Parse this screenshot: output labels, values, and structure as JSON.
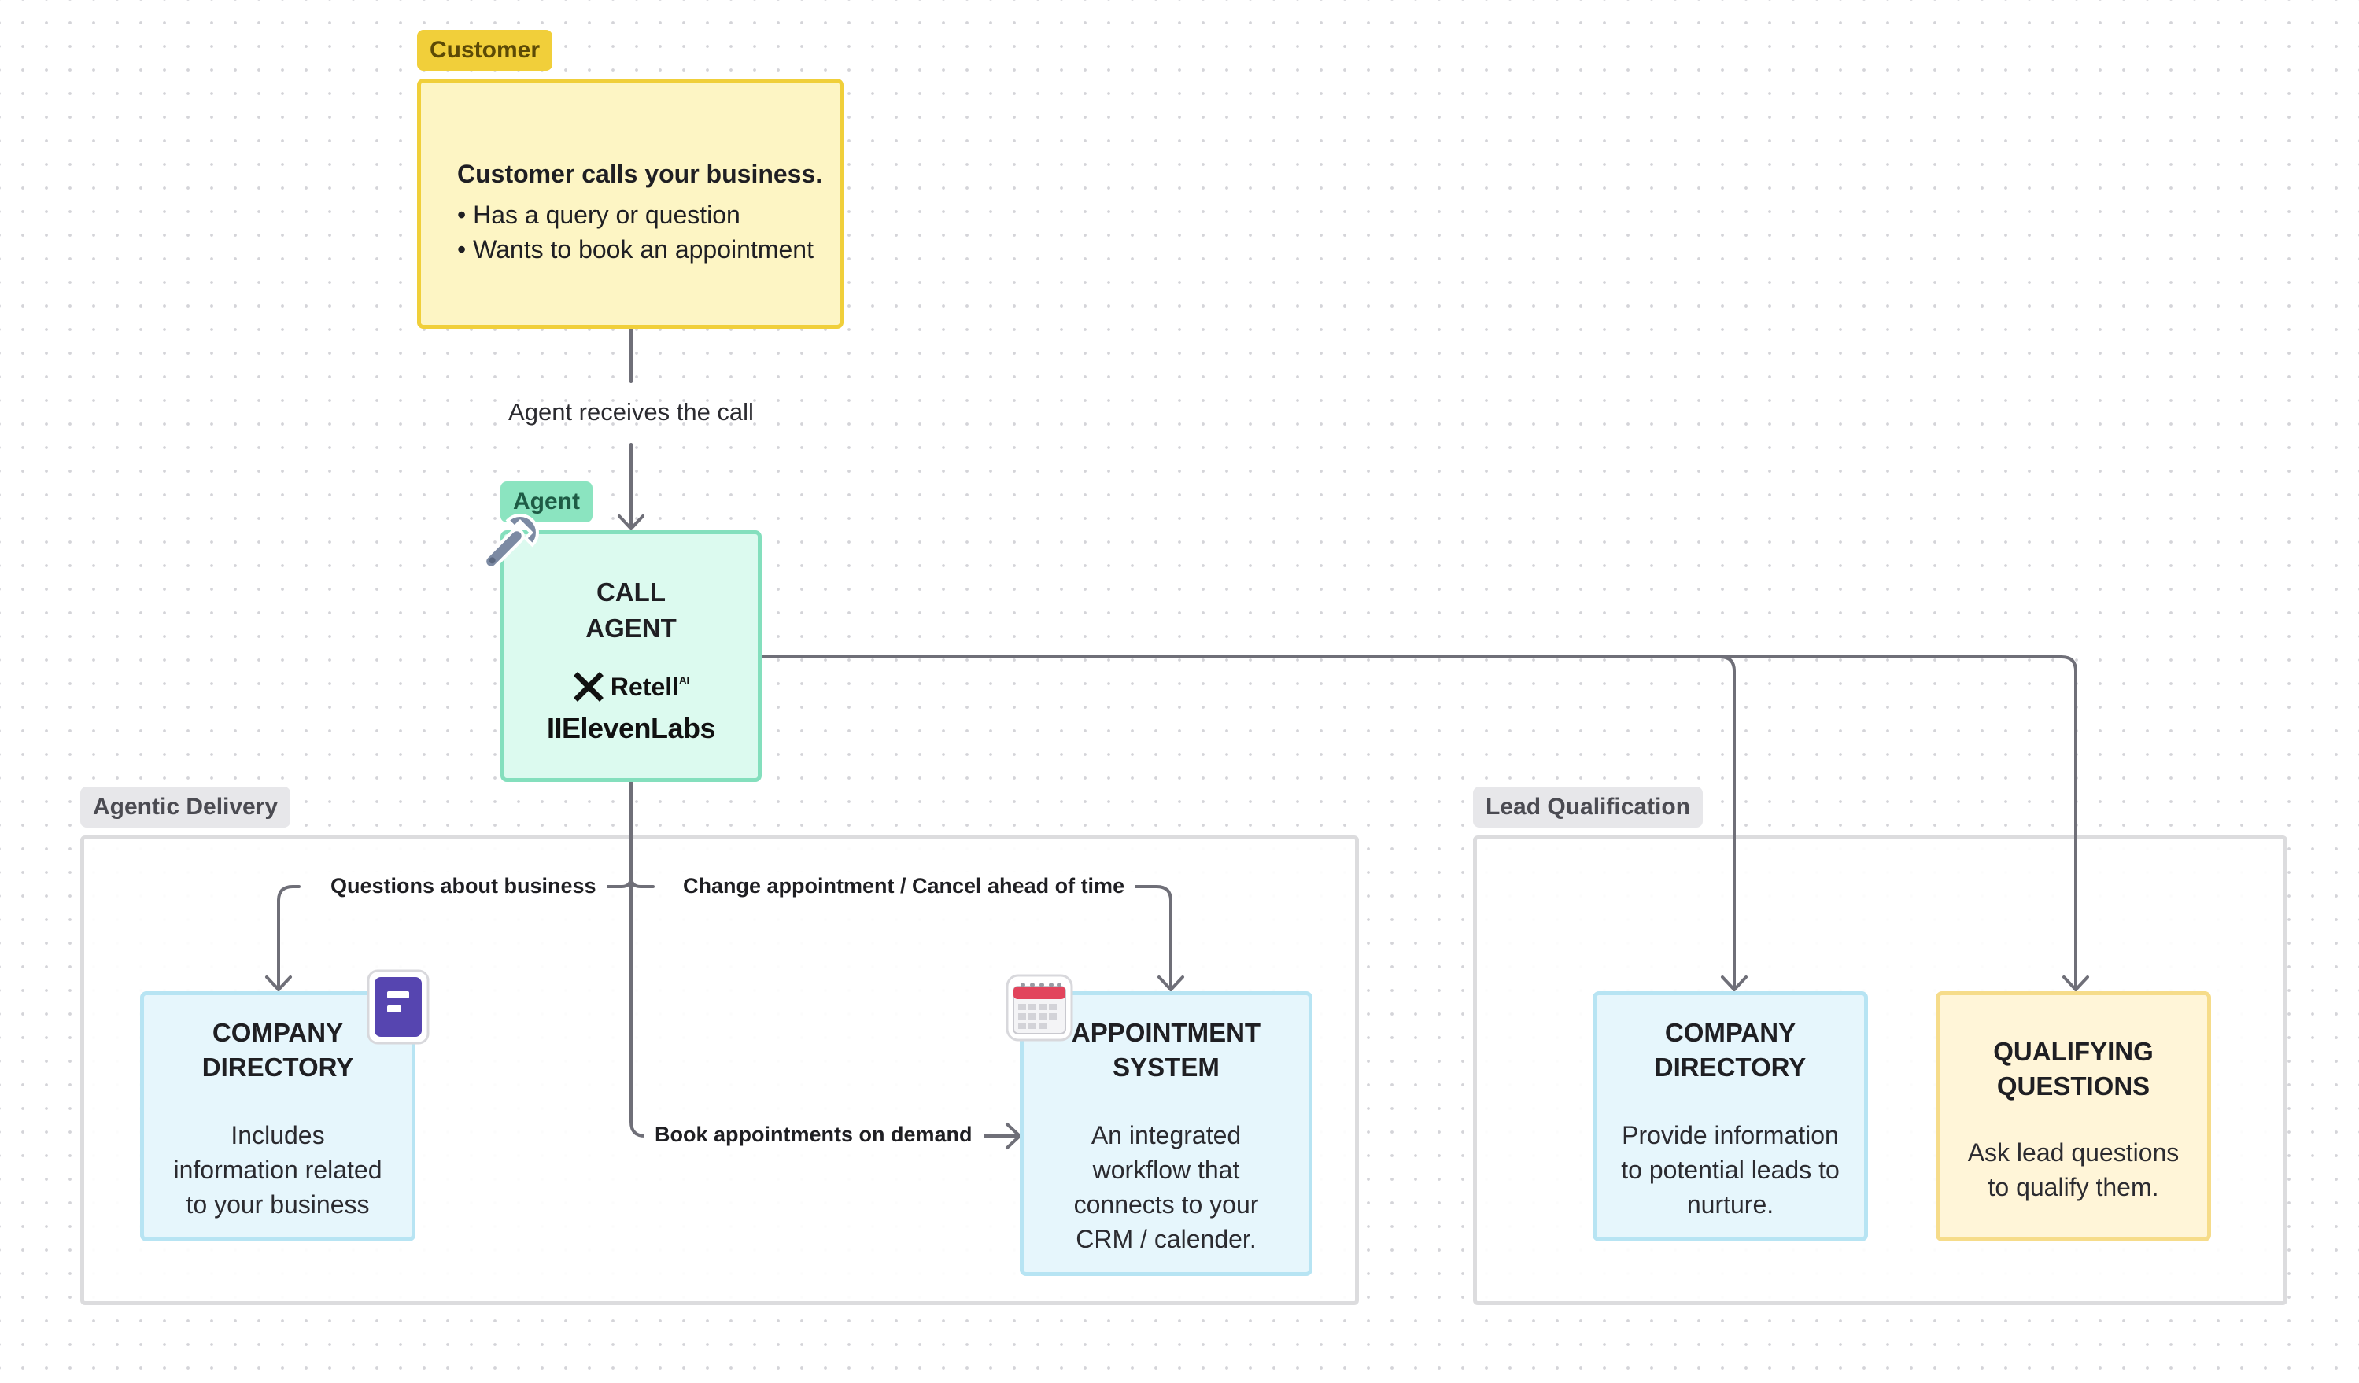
{
  "customer": {
    "tag": "Customer",
    "title": "Customer calls your business.",
    "bullets": [
      "Has a query or question",
      "Wants to book an appointment"
    ]
  },
  "connector_label": "Agent receives the call",
  "agent": {
    "tag": "Agent",
    "title_line1": "CALL",
    "title_line2": "AGENT",
    "brand1": "Retell",
    "brand1_sup": "AI",
    "brand2": "IIElevenLabs"
  },
  "agentic_delivery": {
    "tag": "Agentic Delivery",
    "edge_questions": "Questions about business",
    "edge_change": "Change appointment / Cancel ahead of time",
    "edge_book": "Book appointments on demand",
    "company_directory": {
      "title_line1": "COMPANY",
      "title_line2": "DIRECTORY",
      "body": [
        "Includes",
        "information related",
        "to your business"
      ]
    },
    "appointment_system": {
      "title_line1": "APPOINTMENT",
      "title_line2": "SYSTEM",
      "body": [
        "An integrated",
        "workflow that",
        "connects to your",
        "CRM / calender."
      ]
    }
  },
  "lead_qualification": {
    "tag": "Lead Qualification",
    "company_directory": {
      "title_line1": "COMPANY",
      "title_line2": "DIRECTORY",
      "body": [
        "Provide information",
        "to potential leads to",
        "nurture."
      ]
    },
    "qualifying_questions": {
      "title_line1": "QUALIFYING",
      "title_line2": "QUESTIONS",
      "body": [
        "Ask lead questions",
        "to qualify them."
      ]
    }
  },
  "icons": {
    "wrench": "wrench-icon",
    "document": "document-icon",
    "calendar": "calendar-icon",
    "retell_logo": "retell-logo-icon"
  },
  "colors": {
    "customer_fill": "#fdf5c4",
    "customer_border": "#f0cf3a",
    "agent_fill": "#dcfaef",
    "agent_border": "#84dfbd",
    "info_fill": "#e6f6fc",
    "info_border": "#b7e4f3",
    "question_fill": "#fff5d8",
    "question_border": "#f6dc8a",
    "connector": "#6f6f78"
  }
}
